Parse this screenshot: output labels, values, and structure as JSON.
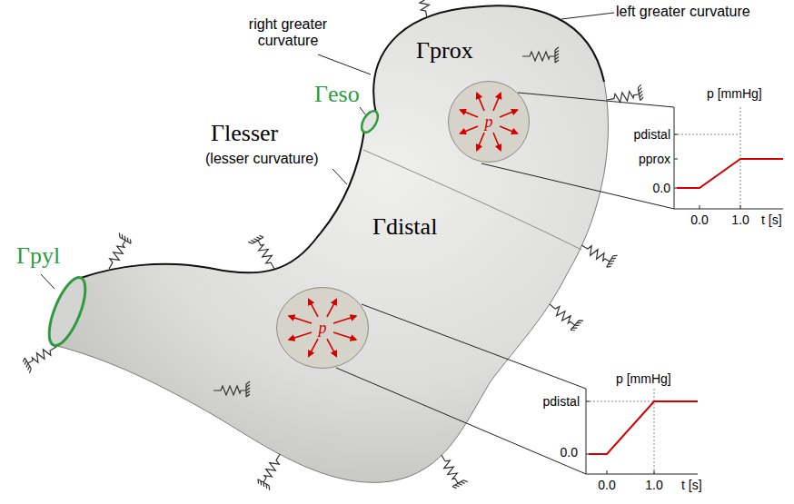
{
  "diagram": {
    "nodes": [
      {
        "text": [
          "p"
        ]
      },
      {
        "text": [
          "p"
        ]
      }
    ],
    "labels": [
      "right greater curvature",
      "left greater curvature",
      "Γeso",
      "Γprox",
      "Γlesser",
      "(lesser curvature)",
      "Γpyl",
      "Γdistal",
      "p [mmHg]",
      "pdistal",
      "pprox",
      "0.0",
      "0.0",
      "1.0",
      "t [s]",
      "p [mmHg]",
      "pdistal",
      "0.0",
      "0.0",
      "1.0",
      "t [s]"
    ]
  }
}
